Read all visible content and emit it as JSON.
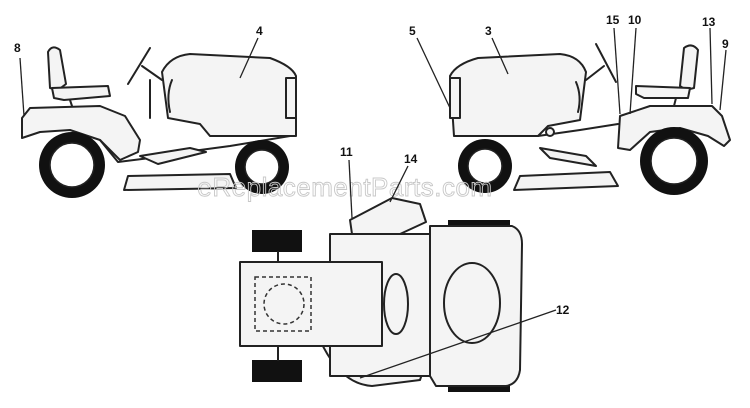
{
  "watermark": "eReplacementParts.com",
  "callouts": [
    "8",
    "4",
    "5",
    "3",
    "15",
    "10",
    "13",
    "9",
    "11",
    "14",
    "12"
  ]
}
